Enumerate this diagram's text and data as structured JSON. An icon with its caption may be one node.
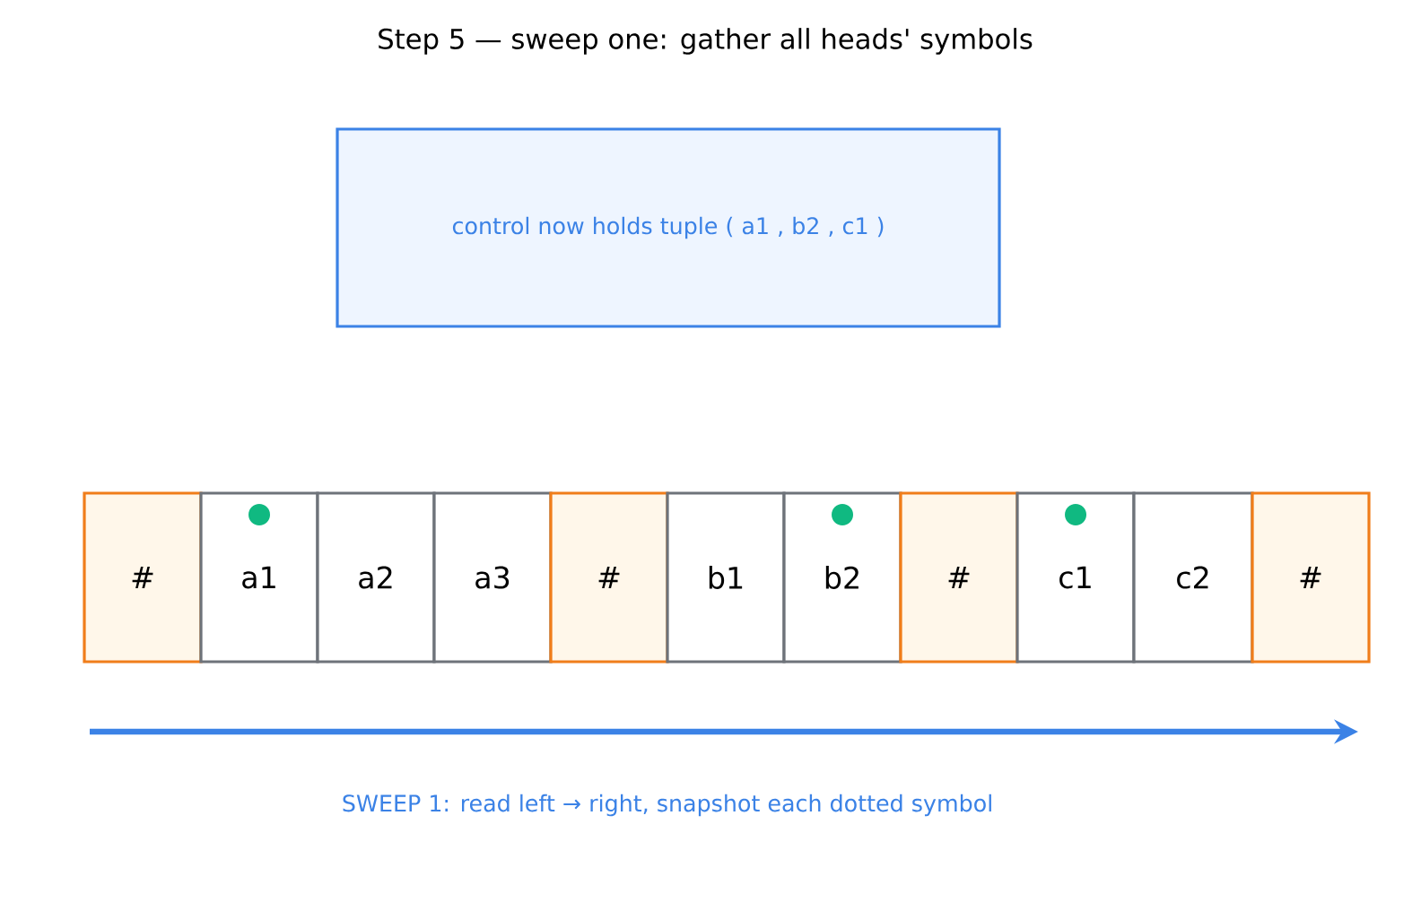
{
  "diagram": {
    "title": "Step 5 — sweep one: gather all heads' symbols",
    "nodes": [
      {
        "text": [
          "control now holds tuple  ( a1 , b2 , c1 )"
        ]
      },
      {
        "text": [
          "#"
        ]
      },
      {
        "text": [
          "a1"
        ]
      },
      {
        "text": [
          "a2"
        ]
      },
      {
        "text": [
          "a3"
        ]
      },
      {
        "text": [
          "#"
        ]
      },
      {
        "text": [
          "b1"
        ]
      },
      {
        "text": [
          "b2"
        ]
      },
      {
        "text": [
          "#"
        ]
      },
      {
        "text": [
          "c1"
        ]
      },
      {
        "text": [
          "c2"
        ]
      },
      {
        "text": [
          "#"
        ]
      }
    ],
    "edges": [],
    "labels": [
      "SWEEP 1: read left → right, snapshot each dotted symbol"
    ]
  }
}
